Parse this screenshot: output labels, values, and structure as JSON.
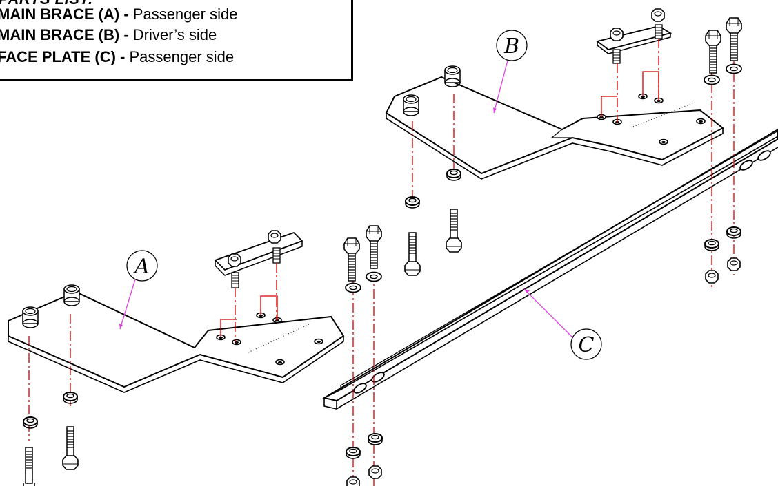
{
  "parts_list": {
    "title": "PARTS LIST:",
    "items": [
      {
        "name": "MAIN BRACE (A) -",
        "desc": "Passenger side"
      },
      {
        "name": "MAIN BRACE (B) -",
        "desc": "Driver’s side"
      },
      {
        "name": "FACE PLATE (C) -",
        "desc": "Passenger side"
      }
    ]
  },
  "callouts": {
    "a": "A",
    "b": "B",
    "c": "C"
  },
  "colors": {
    "line": "#000000",
    "centerline": "#d40000",
    "leader": "#e040e0",
    "fill": "#ffffff"
  }
}
